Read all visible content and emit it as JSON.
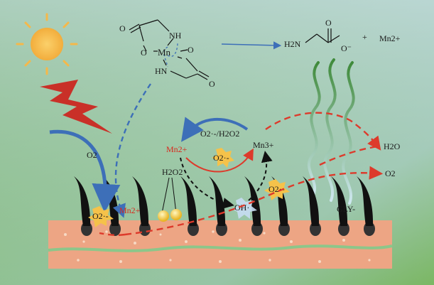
{
  "labels": {
    "mn_complex_mn": "Mn",
    "mn_complex_nh_top": "NH",
    "mn_complex_nh_bottom": "HN",
    "mn_complex_o": "O",
    "glycine": "H2N",
    "plus": "+",
    "mn2_product": "Mn2+",
    "o2_left": "O2",
    "superoxide_pair": "O2·-/H2O2",
    "mn2_cycle": "Mn2+",
    "mn3_cycle": "Mn3+",
    "superoxide_center": "O2·-",
    "h2o2": "H2O2",
    "hydroxyl": "OH·",
    "superoxide_skin": "O2·-",
    "mn2_skin": "Mn2+",
    "superoxide_right": "O2·-",
    "water": "H2O",
    "oxygen": "O2",
    "gly": "GLY-"
  },
  "colors": {
    "background_top": "#b9d3e4",
    "background_bottom": "#6fae5f",
    "skin": "#eda584",
    "red_arrow": "#dd3a2b",
    "blue_arrow": "#3d6fb8",
    "lightning": "#c93028",
    "sun": "#f5b84a"
  }
}
